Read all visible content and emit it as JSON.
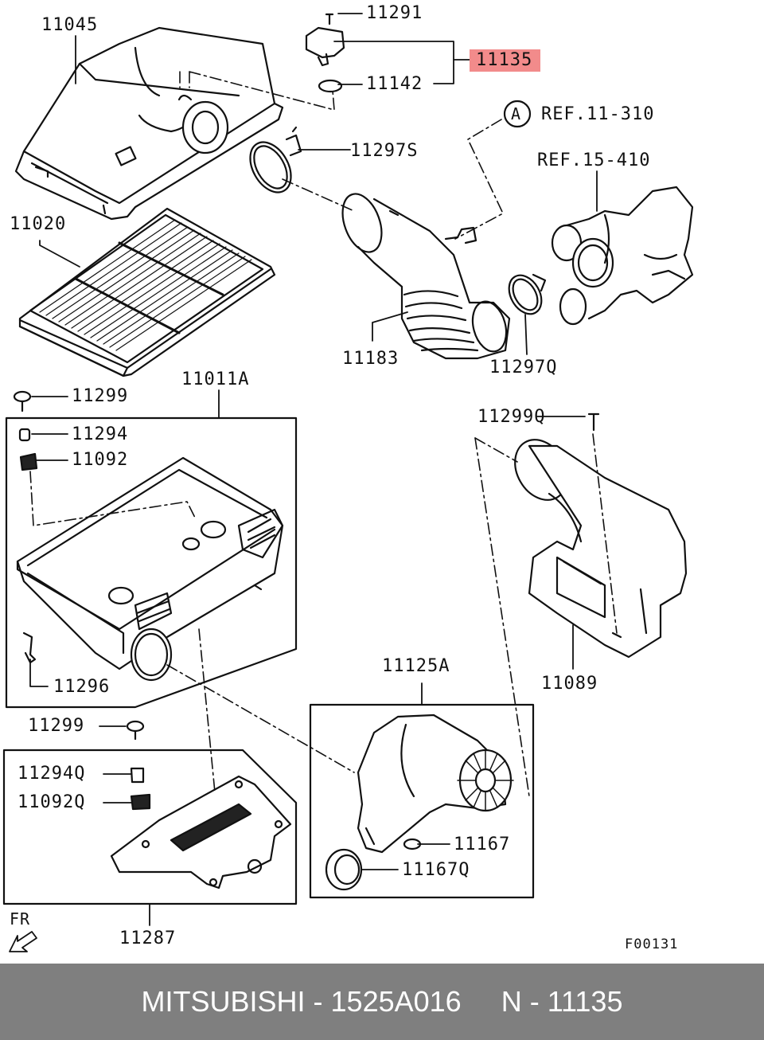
{
  "labels": {
    "p11045": "11045",
    "p11291": "11291",
    "p11135": "11135",
    "p11142": "11142",
    "refA_letter": "A",
    "ref_11_310": "REF.11-310",
    "p11297S": "11297S",
    "ref_15_410": "REF.15-410",
    "p11020": "11020",
    "p11183": "11183",
    "p11297Q": "11297Q",
    "p11299_top": "11299",
    "p11011A": "11011A",
    "p11294": "11294",
    "p11092": "11092",
    "p11299Q": "11299Q",
    "p11296": "11296",
    "p11089": "11089",
    "p11125A": "11125A",
    "p11299_bottom": "11299",
    "p11294Q": "11294Q",
    "p11092Q": "11092Q",
    "p11167": "11167",
    "p11167Q": "11167Q",
    "fr": "FR",
    "p11287": "11287",
    "figure_code": "F00131"
  },
  "highlight_color": "#f28b8b",
  "footer": {
    "text": "MITSUBISHI - 1525A016     N - 11135",
    "background": "#7f7f7f"
  }
}
